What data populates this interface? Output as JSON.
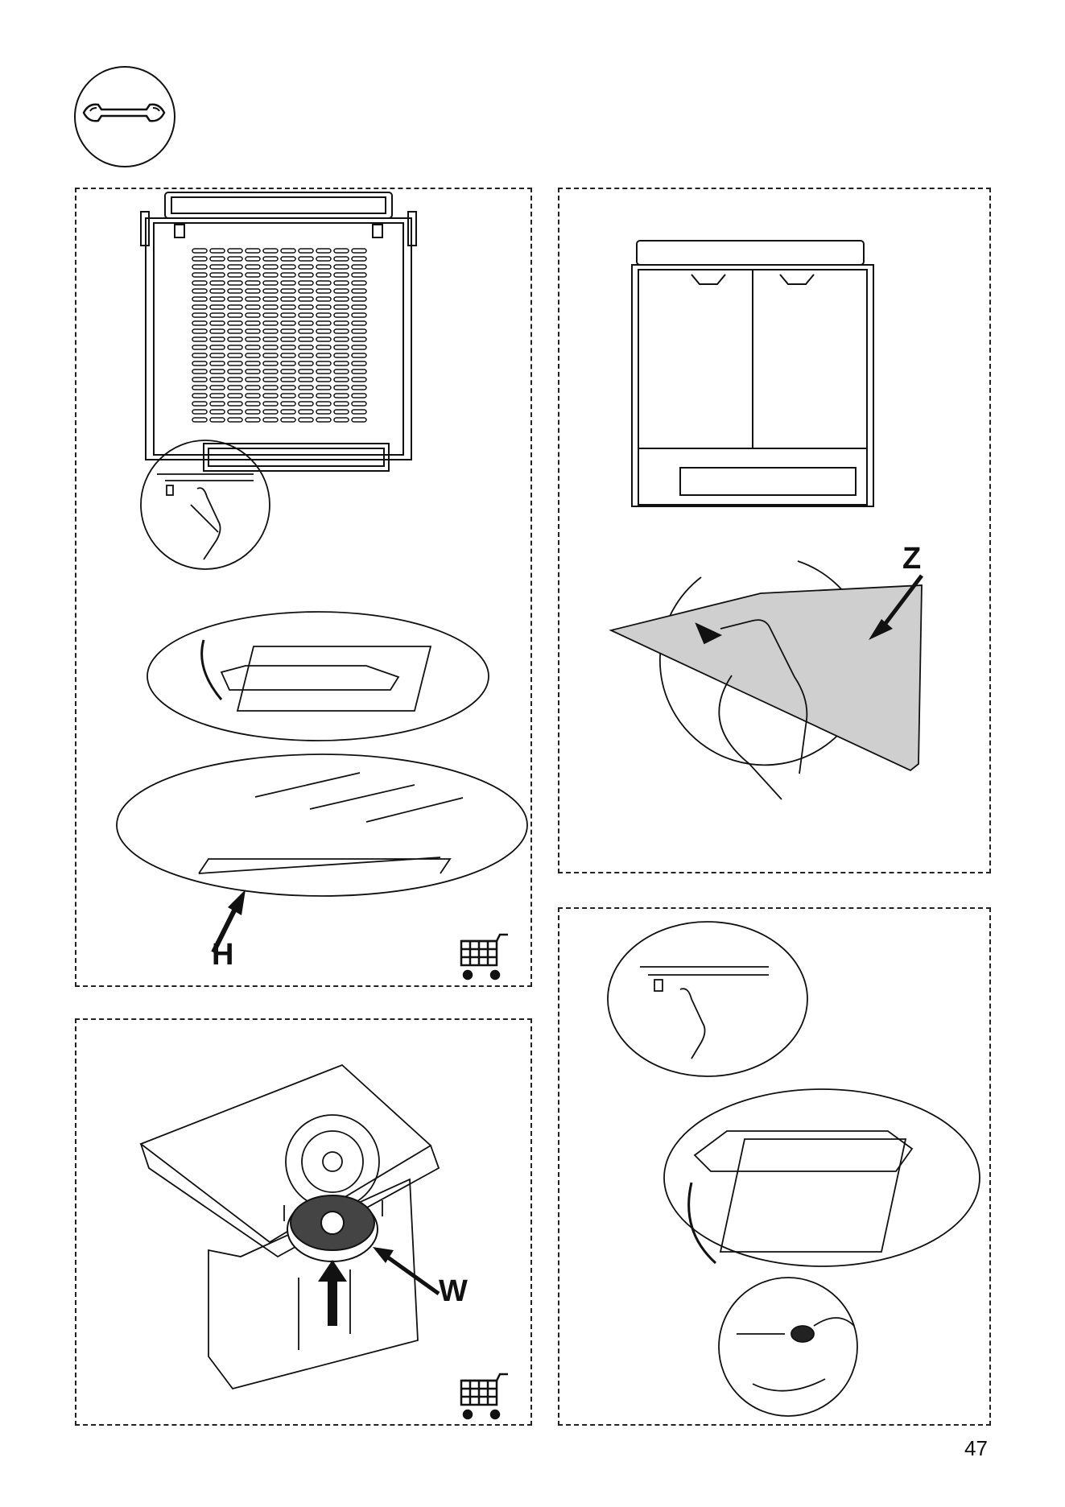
{
  "page": {
    "number": "47"
  },
  "icons": {
    "header": "wrench-icon",
    "cart": "shopping-cart-icon"
  },
  "labels": {
    "h": "H",
    "z": "Z",
    "w": "W"
  },
  "colors": {
    "ink": "#111111",
    "filter_gray": "#cfcfcf"
  }
}
